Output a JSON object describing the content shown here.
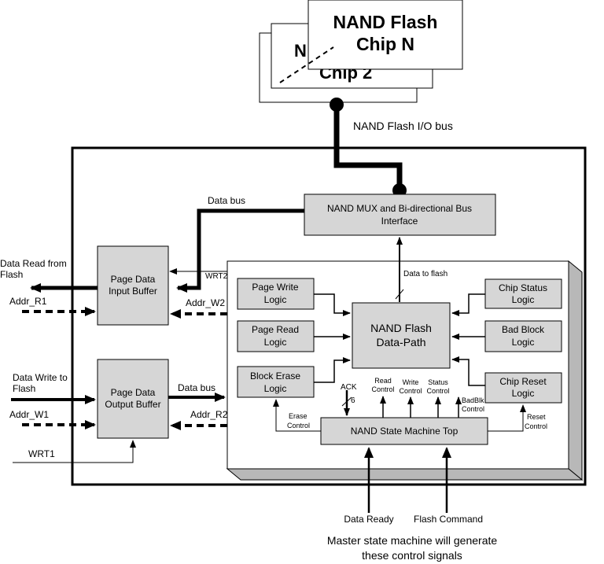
{
  "chips": {
    "chip_n_line1": "NAND Flash",
    "chip_n_line2": "Chip N",
    "chip_2_fragment": "N",
    "chip_2_label": "Chip 2"
  },
  "bus": {
    "io_bus": "NAND Flash I/O bus",
    "data_bus_top": "Data bus",
    "data_bus_mid": "Data bus",
    "data_to_flash": "Data to flash"
  },
  "blocks": {
    "mux_line1": "NAND MUX and Bi-directional Bus",
    "mux_line2": "Interface",
    "input_buf_line1": "Page Data",
    "input_buf_line2": "Input Buffer",
    "output_buf_line1": "Page Data",
    "output_buf_line2": "Output Buffer",
    "page_write_line1": "Page Write",
    "page_write_line2": "Logic",
    "page_read_line1": "Page Read",
    "page_read_line2": "Logic",
    "block_erase_line1": "Block Erase",
    "block_erase_line2": "Logic",
    "datapath_line1": "NAND Flash",
    "datapath_line2": "Data-Path",
    "chip_status_line1": "Chip Status",
    "chip_status_line2": "Logic",
    "bad_block_line1": "Bad Block",
    "bad_block_line2": "Logic",
    "chip_reset_line1": "Chip Reset",
    "chip_reset_line2": "Logic",
    "state_machine": "NAND State Machine Top"
  },
  "signals": {
    "data_read_line1": "Data Read from",
    "data_read_line2": "Flash",
    "data_write_line1": "Data Write to",
    "data_write_line2": "Flash",
    "addr_r1": "Addr_R1",
    "addr_w1": "Addr_W1",
    "addr_w2": "Addr_W2",
    "addr_r2": "Addr_R2",
    "wrt1": "WRT1",
    "wrt2": "WRT2",
    "ack": "ACK",
    "ack_width": "6",
    "read_control_line1": "Read",
    "read_control_line2": "Control",
    "write_control_line1": "Write",
    "write_control_line2": "Control",
    "status_control_line1": "Status",
    "status_control_line2": "Control",
    "badblk_line1": "BadBlk",
    "badblk_line2": "Control",
    "erase_line1": "Erase",
    "erase_line2": "Control",
    "reset_line1": "Reset",
    "reset_line2": "Control",
    "data_ready": "Data Ready",
    "flash_command": "Flash Command"
  },
  "caption": {
    "line1": "Master state machine will generate",
    "line2": "these control signals"
  }
}
